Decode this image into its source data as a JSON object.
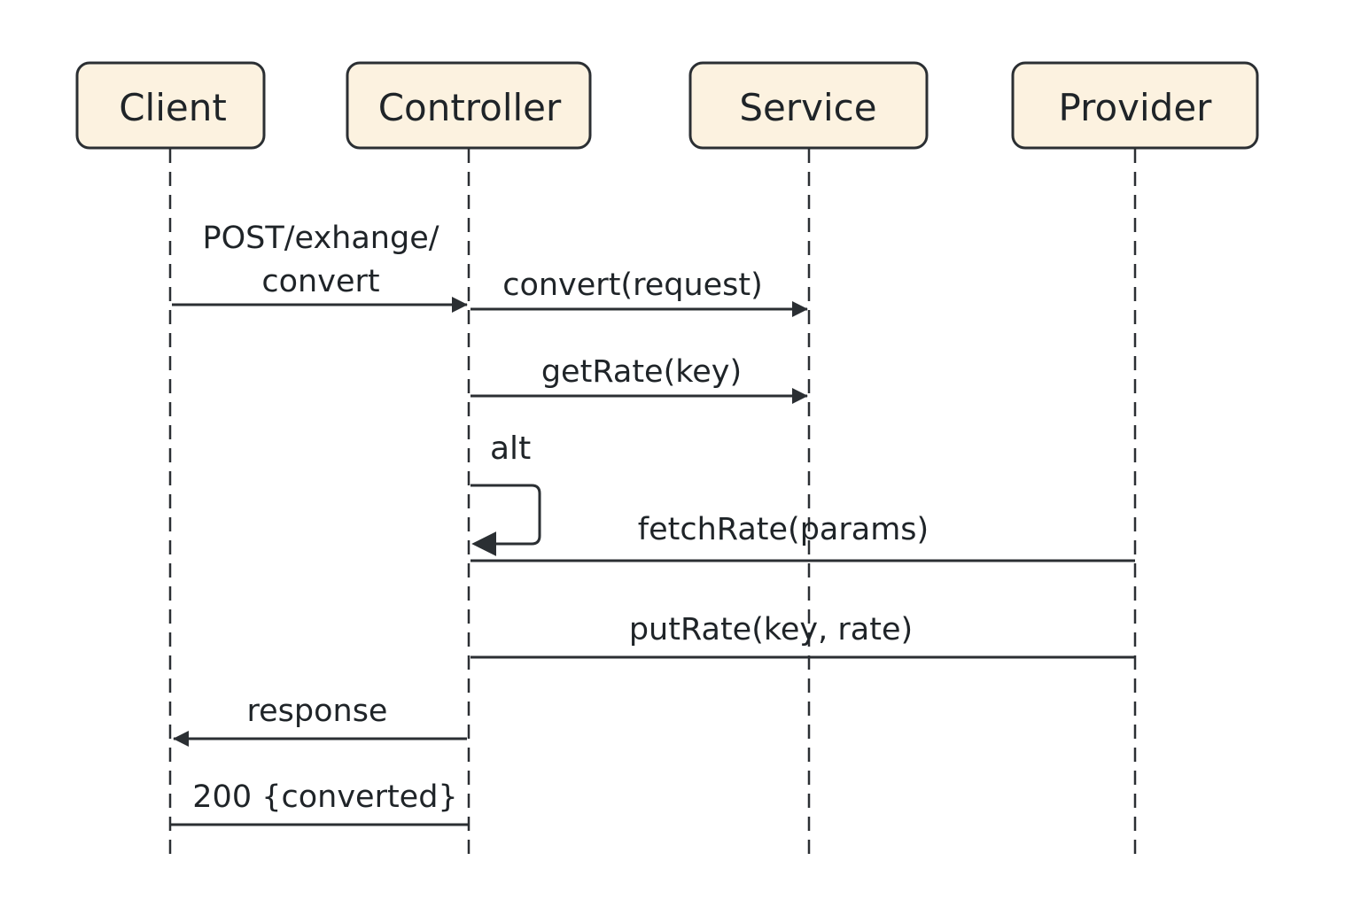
{
  "participants": [
    {
      "id": "client",
      "label": "Client"
    },
    {
      "id": "controller",
      "label": "Controller"
    },
    {
      "id": "service",
      "label": "Service"
    },
    {
      "id": "provider",
      "label": "Provider"
    }
  ],
  "messages": [
    {
      "id": "post-exchange-convert",
      "from": "client",
      "to": "controller",
      "label_lines": [
        "POST/exhange/",
        "convert"
      ],
      "arrowhead": true
    },
    {
      "id": "convert-request",
      "from": "controller",
      "to": "service",
      "label_lines": [
        "convert(request)"
      ],
      "arrowhead": true
    },
    {
      "id": "get-rate",
      "from": "controller",
      "to": "service",
      "label_lines": [
        "getRate(key)"
      ],
      "arrowhead": true
    },
    {
      "id": "fetch-rate",
      "from": "provider",
      "to": "controller",
      "label_lines": [
        "fetchRate(params)"
      ],
      "arrowhead": false
    },
    {
      "id": "put-rate",
      "from": "provider",
      "to": "controller",
      "label_lines": [
        "putRate(key, rate)"
      ],
      "arrowhead": false
    },
    {
      "id": "response",
      "from": "controller",
      "to": "client",
      "label_lines": [
        "response"
      ],
      "arrowhead": true
    },
    {
      "id": "status-200",
      "from": "controller",
      "to": "client",
      "label_lines": [
        "200 {converted}"
      ],
      "arrowhead": false
    }
  ],
  "fragment": {
    "label": "alt",
    "participant": "controller"
  },
  "colors": {
    "participant_fill": "#fcf2e0",
    "stroke": "#2b2f33",
    "text": "#1f2428",
    "background": "#ffffff"
  }
}
